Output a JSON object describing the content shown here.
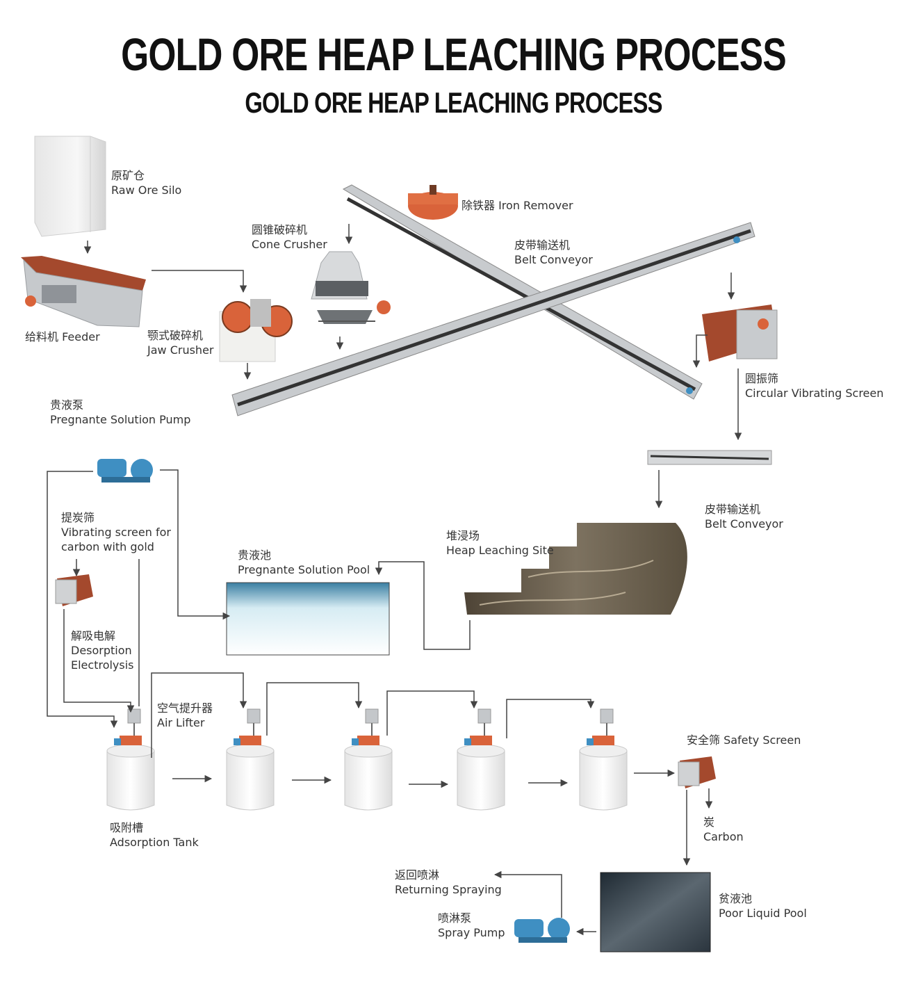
{
  "title": "GOLD ORE HEAP LEACHING PROCESS",
  "subtitle": "GOLD ORE HEAP LEACHING PROCESS",
  "labels": {
    "raw_ore_silo": {
      "zh": "原矿仓",
      "en": "Raw Ore Silo"
    },
    "feeder": {
      "text": "给料机  Feeder"
    },
    "jaw_crusher": {
      "zh": "颚式破碎机",
      "en": "Jaw Crusher"
    },
    "cone_crusher": {
      "zh": "圆锥破碎机",
      "en": "Cone Crusher"
    },
    "iron_remover": {
      "text": "除铁器 Iron Remover"
    },
    "belt_conveyor_top": {
      "zh": "皮带输送机",
      "en": "Belt Conveyor"
    },
    "circular_vibrating_screen": {
      "zh": "圆振筛",
      "en": "Circular Vibrating Screen"
    },
    "pregnant_solution_pump": {
      "zh": "贵液泵",
      "en": "Pregnante Solution Pump"
    },
    "belt_conveyor_right": {
      "zh": "皮带输送机",
      "en": "Belt Conveyor"
    },
    "carbon_vibrating_screen": {
      "zh": "提炭筛",
      "en1": "Vibrating screen for",
      "en2": "carbon with gold"
    },
    "heap_leaching_site": {
      "zh": "堆浸场",
      "en": "Heap Leaching Site"
    },
    "pregnant_solution_pool": {
      "zh": "贵液池",
      "en": "Pregnante Solution Pool"
    },
    "desorption": {
      "zh": "解吸电解",
      "en1": "Desorption",
      "en2": "Electrolysis"
    },
    "air_lifter": {
      "zh": "空气提升器",
      "en": "Air Lifter"
    },
    "safety_screen": {
      "text": "安全筛 Safety Screen"
    },
    "adsorption_tank": {
      "zh": "吸附槽",
      "en": "Adsorption Tank"
    },
    "carbon": {
      "zh": "炭",
      "en": "Carbon"
    },
    "returning_spraying": {
      "zh": "返回喷淋",
      "en": "Returning Spraying"
    },
    "spray_pump": {
      "zh": "喷淋泵",
      "en": "Spray Pump"
    },
    "poor_liquid_pool": {
      "zh": "贫液池",
      "en": "Poor Liquid Pool"
    }
  },
  "colors": {
    "equipment_red": "#b8402a",
    "motor_orange": "#d9633a",
    "pump_blue": "#3f8fc2",
    "conveyor_gray": "#b9bcc0",
    "line": "#444444"
  }
}
